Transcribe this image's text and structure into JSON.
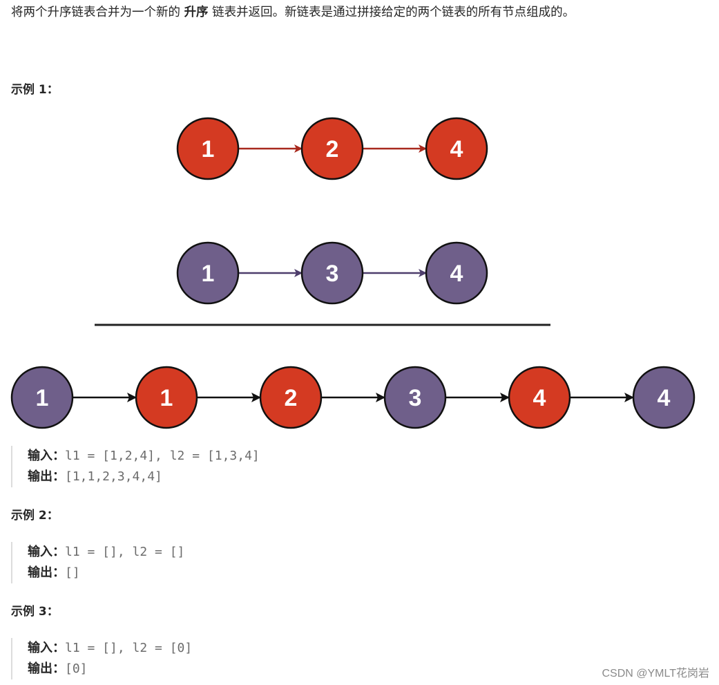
{
  "description": {
    "before": "将两个升序链表合并为一个新的 ",
    "bold": "升序",
    "after": " 链表并返回。新链表是通过拼接给定的两个链表的所有节点组成的。"
  },
  "examples": [
    {
      "heading": "示例 1：",
      "input_label": "输入：",
      "input_value": "l1 = [1,2,4], l2 = [1,3,4]",
      "output_label": "输出：",
      "output_value": "[1,1,2,3,4,4]"
    },
    {
      "heading": "示例 2：",
      "input_label": "输入：",
      "input_value": "l1 = [], l2 = []",
      "output_label": "输出：",
      "output_value": "[]"
    },
    {
      "heading": "示例 3：",
      "input_label": "输入：",
      "input_value": "l1 = [], l2 = [0]",
      "output_label": "输出：",
      "output_value": "[0]"
    }
  ],
  "diagram": {
    "colors": {
      "red_node": "#d43a22",
      "purple_node": "#6f5f8a",
      "red_arrow": "#a8281c",
      "purple_arrow": "#4d3d6b",
      "black_arrow": "#111111",
      "divider": "#222222"
    },
    "list1": [
      "1",
      "2",
      "4"
    ],
    "list2": [
      "1",
      "3",
      "4"
    ],
    "merged": [
      {
        "label": "1",
        "color": "purple"
      },
      {
        "label": "1",
        "color": "red"
      },
      {
        "label": "2",
        "color": "red"
      },
      {
        "label": "3",
        "color": "purple"
      },
      {
        "label": "4",
        "color": "red"
      },
      {
        "label": "4",
        "color": "purple"
      }
    ]
  },
  "watermark": "CSDN @YMLT花岗岩"
}
